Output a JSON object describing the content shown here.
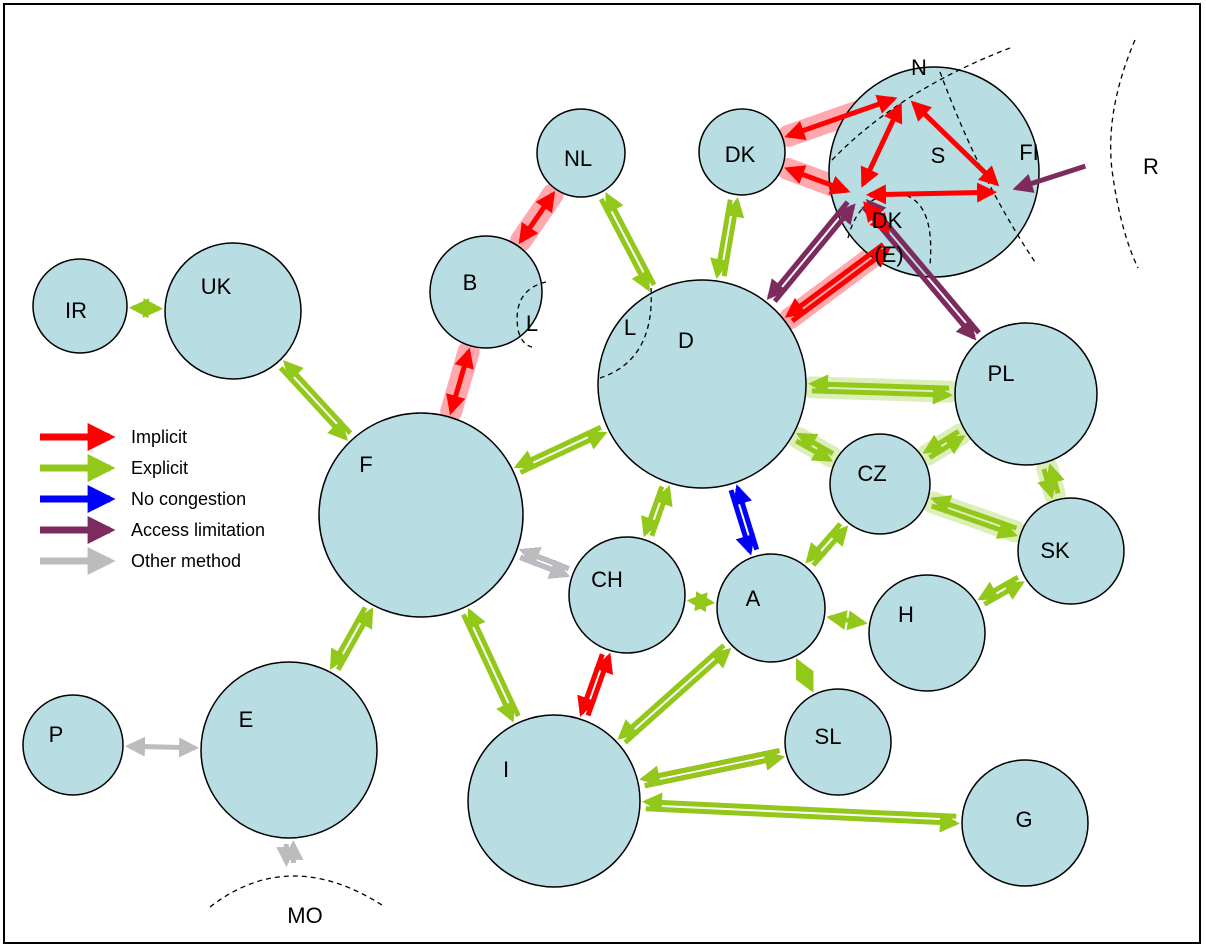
{
  "colors": {
    "node_fill": "#b8dde2",
    "implicit": "#ff0000",
    "explicit": "#92c81a",
    "no_congestion": "#0000ff",
    "access_limitation": "#7d2b5e",
    "other_method": "#bcbcbc",
    "halo_red": "#ff9aa0",
    "halo_green": "#d6ecae"
  },
  "legend": [
    {
      "type": "implicit",
      "label": "Implicit"
    },
    {
      "type": "explicit",
      "label": "Explicit"
    },
    {
      "type": "no_congestion",
      "label": "No congestion"
    },
    {
      "type": "access_limitation",
      "label": "Access limitation"
    },
    {
      "type": "other_method",
      "label": "Other method"
    }
  ],
  "nodes": [
    {
      "id": "IR",
      "label": "IR"
    },
    {
      "id": "UK",
      "label": "UK"
    },
    {
      "id": "F",
      "label": "F"
    },
    {
      "id": "NL",
      "label": "NL"
    },
    {
      "id": "B",
      "label": "B"
    },
    {
      "id": "DKW",
      "label": "DK"
    },
    {
      "id": "NORDIC",
      "label": ""
    },
    {
      "id": "D",
      "label": "D"
    },
    {
      "id": "PL",
      "label": "PL"
    },
    {
      "id": "CZ",
      "label": "CZ"
    },
    {
      "id": "SK",
      "label": "SK"
    },
    {
      "id": "CH",
      "label": "CH"
    },
    {
      "id": "A",
      "label": "A"
    },
    {
      "id": "H",
      "label": "H"
    },
    {
      "id": "SL",
      "label": "SL"
    },
    {
      "id": "I",
      "label": "I"
    },
    {
      "id": "G",
      "label": "G"
    },
    {
      "id": "E",
      "label": "E"
    },
    {
      "id": "P",
      "label": "P"
    }
  ],
  "sub_labels": {
    "N": "N",
    "S": "S",
    "FI": "FI",
    "DKE_1": "DK",
    "DKE_2": "(E)",
    "L_in_B": "L",
    "L_in_D": "L",
    "R": "R",
    "MO": "MO"
  },
  "links": [
    {
      "from": "IR",
      "to": "UK",
      "type": "explicit",
      "mode": "converge",
      "halo": false
    },
    {
      "from": "UK",
      "to": "F",
      "type": "explicit",
      "mode": "pair",
      "halo": false
    },
    {
      "from": "F",
      "to": "B",
      "type": "implicit",
      "mode": "double",
      "halo": true
    },
    {
      "from": "B",
      "to": "NL",
      "type": "implicit",
      "mode": "double",
      "halo": true
    },
    {
      "from": "NL",
      "to": "D",
      "type": "explicit",
      "mode": "pair",
      "halo": false
    },
    {
      "from": "DKW",
      "to": "D",
      "type": "explicit",
      "mode": "pair",
      "halo": false
    },
    {
      "from": "DKW",
      "to": "N",
      "type": "implicit",
      "mode": "double",
      "halo": true
    },
    {
      "from": "DKW",
      "to": "S",
      "type": "implicit",
      "mode": "double",
      "halo": true
    },
    {
      "from": "D",
      "to": "DKE",
      "type": "implicit",
      "mode": "pair",
      "halo": true
    },
    {
      "from": "D",
      "to": "S",
      "type": "access_limitation",
      "mode": "pair",
      "halo": false
    },
    {
      "from": "S",
      "to": "PL",
      "type": "access_limitation",
      "mode": "pair",
      "halo": false
    },
    {
      "from": "R",
      "to": "FI",
      "type": "access_limitation",
      "mode": "single",
      "halo": false
    },
    {
      "from": "N",
      "to": "S",
      "type": "implicit",
      "mode": "double",
      "halo": true
    },
    {
      "from": "N",
      "to": "FI",
      "type": "implicit",
      "mode": "double",
      "halo": true
    },
    {
      "from": "S",
      "to": "FI",
      "type": "implicit",
      "mode": "double",
      "halo": true
    },
    {
      "from": "DKE",
      "to": "S",
      "type": "implicit",
      "mode": "double",
      "halo": true
    },
    {
      "from": "D",
      "to": "F",
      "type": "explicit",
      "mode": "pair",
      "halo": false
    },
    {
      "from": "D",
      "to": "PL",
      "type": "explicit",
      "mode": "pair",
      "halo": true
    },
    {
      "from": "D",
      "to": "CZ",
      "type": "explicit",
      "mode": "pair",
      "halo": true
    },
    {
      "from": "CZ",
      "to": "PL",
      "type": "explicit",
      "mode": "pair",
      "halo": true
    },
    {
      "from": "CZ",
      "to": "SK",
      "type": "explicit",
      "mode": "pair",
      "halo": true
    },
    {
      "from": "PL",
      "to": "SK",
      "type": "explicit",
      "mode": "pair",
      "halo": true
    },
    {
      "from": "D",
      "to": "CH",
      "type": "explicit",
      "mode": "pair",
      "halo": false
    },
    {
      "from": "D",
      "to": "A",
      "type": "no_congestion",
      "mode": "pair",
      "halo": false
    },
    {
      "from": "F",
      "to": "CH",
      "type": "no_congestion",
      "mode": "pair",
      "halo": false
    },
    {
      "from": "F",
      "to": "CH",
      "type": "other_method",
      "mode": "pair",
      "halo": false
    },
    {
      "from": "CH",
      "to": "A",
      "type": "explicit",
      "mode": "converge",
      "halo": false
    },
    {
      "from": "A",
      "to": "CZ",
      "type": "explicit",
      "mode": "pair",
      "halo": false
    },
    {
      "from": "A",
      "to": "H",
      "type": "explicit",
      "mode": "converge",
      "halo": false
    },
    {
      "from": "H",
      "to": "SK",
      "type": "explicit",
      "mode": "pair",
      "halo": false
    },
    {
      "from": "A",
      "to": "SL",
      "type": "explicit",
      "mode": "converge",
      "halo": false
    },
    {
      "from": "A",
      "to": "I",
      "type": "explicit",
      "mode": "pair",
      "halo": false
    },
    {
      "from": "CH",
      "to": "I",
      "type": "other_method",
      "mode": "pair",
      "halo": false
    },
    {
      "from": "CH",
      "to": "I",
      "type": "implicit",
      "mode": "pair",
      "halo": false
    },
    {
      "from": "F",
      "to": "I",
      "type": "explicit",
      "mode": "pair",
      "halo": false
    },
    {
      "from": "I",
      "to": "SL",
      "type": "implicit",
      "mode": "pair",
      "halo": false
    },
    {
      "from": "I",
      "to": "SL",
      "type": "explicit",
      "mode": "pair",
      "halo": false
    },
    {
      "from": "I",
      "to": "G",
      "type": "explicit",
      "mode": "pair",
      "halo": false
    },
    {
      "from": "F",
      "to": "E",
      "type": "explicit",
      "mode": "pair",
      "halo": false
    },
    {
      "from": "E",
      "to": "P",
      "type": "other_method",
      "mode": "converge",
      "halo": false
    },
    {
      "from": "E",
      "to": "MO",
      "type": "other_method",
      "mode": "pair",
      "halo": false
    }
  ]
}
